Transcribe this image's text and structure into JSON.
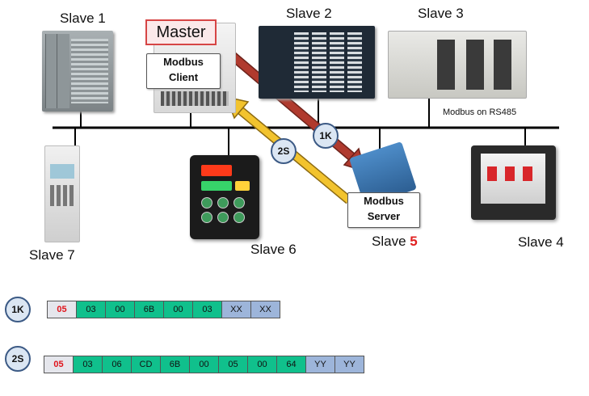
{
  "devices": {
    "slave1": "Slave 1",
    "slave2": "Slave 2",
    "slave3": "Slave 3",
    "slave4": "Slave 4",
    "slave5_prefix": "Slave ",
    "slave5_number": "5",
    "slave6": "Slave 6",
    "slave7": "Slave 7"
  },
  "master": {
    "label": "Master",
    "client_line1": "Modbus",
    "client_line2": "Client"
  },
  "server": {
    "line1": "Modbus",
    "line2": "Server"
  },
  "bus_note": "Modbus on RS485",
  "badges": {
    "request": "1K",
    "response": "2S"
  },
  "colors": {
    "request_arrow": "#b03a2e",
    "response_arrow": "#f2c32e",
    "master_border": "#d64545",
    "address_text": "#e0131b",
    "data_cell": "#10c08c",
    "crc_cell": "#9db5da",
    "address_cell": "#e5e6ec"
  },
  "frames": [
    {
      "badge": "1K",
      "cells": [
        {
          "text": "05",
          "kind": "addr"
        },
        {
          "text": "03",
          "kind": "data"
        },
        {
          "text": "00",
          "kind": "data"
        },
        {
          "text": "6B",
          "kind": "data"
        },
        {
          "text": "00",
          "kind": "data"
        },
        {
          "text": "03",
          "kind": "data"
        },
        {
          "text": "XX",
          "kind": "crc"
        },
        {
          "text": "XX",
          "kind": "crc"
        }
      ]
    },
    {
      "badge": "2S",
      "cells": [
        {
          "text": "05",
          "kind": "addr"
        },
        {
          "text": "03",
          "kind": "data"
        },
        {
          "text": "06",
          "kind": "data"
        },
        {
          "text": "CD",
          "kind": "data"
        },
        {
          "text": "6B",
          "kind": "data"
        },
        {
          "text": "00",
          "kind": "data"
        },
        {
          "text": "05",
          "kind": "data"
        },
        {
          "text": "00",
          "kind": "data"
        },
        {
          "text": "64",
          "kind": "data"
        },
        {
          "text": "YY",
          "kind": "crc"
        },
        {
          "text": "YY",
          "kind": "crc"
        }
      ]
    }
  ]
}
